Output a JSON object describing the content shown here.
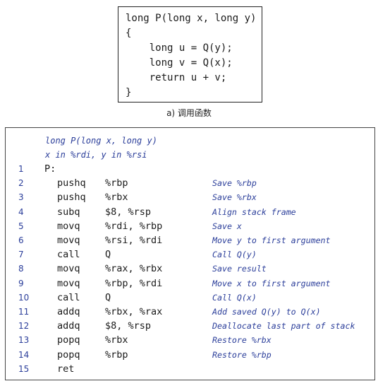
{
  "c_code": {
    "lines": [
      "long P(long x, long y)",
      "{",
      "    long u = Q(y);",
      "    long v = Q(x);",
      "    return u + v;",
      "}"
    ],
    "caption": "a) 调用函数"
  },
  "assembly": {
    "header_lines": [
      "long P(long x, long y)",
      "x in %rdi, y in %rsi"
    ],
    "rows": [
      {
        "num": "1",
        "label": "P:",
        "instr": "",
        "ops": "",
        "comment": ""
      },
      {
        "num": "2",
        "label": "",
        "instr": "pushq",
        "ops": "%rbp",
        "comment": "Save %rbp"
      },
      {
        "num": "3",
        "label": "",
        "instr": "pushq",
        "ops": "%rbx",
        "comment": "Save %rbx"
      },
      {
        "num": "4",
        "label": "",
        "instr": "subq",
        "ops": "$8, %rsp",
        "comment": "Align stack frame"
      },
      {
        "num": "5",
        "label": "",
        "instr": "movq",
        "ops": "%rdi, %rbp",
        "comment": "Save x"
      },
      {
        "num": "6",
        "label": "",
        "instr": "movq",
        "ops": "%rsi, %rdi",
        "comment": "Move y to first argument"
      },
      {
        "num": "7",
        "label": "",
        "instr": "call",
        "ops": "Q",
        "comment": "Call Q(y)"
      },
      {
        "num": "8",
        "label": "",
        "instr": "movq",
        "ops": "%rax, %rbx",
        "comment": "Save result"
      },
      {
        "num": "9",
        "label": "",
        "instr": "movq",
        "ops": "%rbp, %rdi",
        "comment": "Move x to first argument"
      },
      {
        "num": "10",
        "label": "",
        "instr": "call",
        "ops": "Q",
        "comment": "Call Q(x)"
      },
      {
        "num": "11",
        "label": "",
        "instr": "addq",
        "ops": "%rbx, %rax",
        "comment": "Add saved Q(y) to Q(x)"
      },
      {
        "num": "12",
        "label": "",
        "instr": "addq",
        "ops": "$8, %rsp",
        "comment": "Deallocate last part of stack"
      },
      {
        "num": "13",
        "label": "",
        "instr": "popq",
        "ops": "%rbx",
        "comment": "Restore %rbx"
      },
      {
        "num": "14",
        "label": "",
        "instr": "popq",
        "ops": "%rbp",
        "comment": "Restore %rbp"
      },
      {
        "num": "15",
        "label": "",
        "instr": "ret",
        "ops": "",
        "comment": ""
      }
    ]
  }
}
